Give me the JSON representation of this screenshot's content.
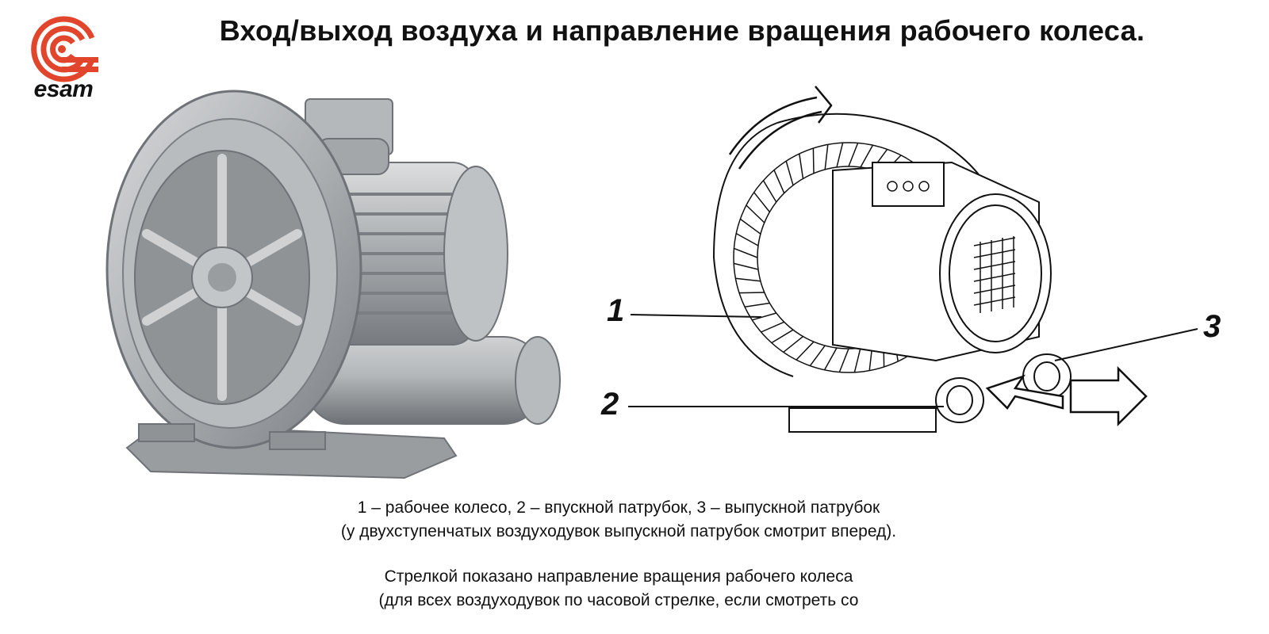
{
  "title": "Вход/выход воздуха и направление вращения рабочего колеса.",
  "logo": {
    "text": "esam",
    "color": "#e1452c"
  },
  "callouts": {
    "one": "1",
    "two": "2",
    "three": "3"
  },
  "caption": {
    "line1": "1 – рабочее колесо, 2 – впускной патрубок, 3 – выпускной патрубок",
    "line2": "(у двухступенчатых воздуходувок выпускной патрубок смотрит вперед).",
    "line3": "Стрелкой показано направление вращения рабочего колеса",
    "line4": "(для всех воздуходувок по часовой стрелке, если смотреть со"
  },
  "colors": {
    "metal_light": "#c9cbcd",
    "metal_mid": "#a4a7aa",
    "metal_dark": "#6f7377",
    "ink": "#111111"
  }
}
